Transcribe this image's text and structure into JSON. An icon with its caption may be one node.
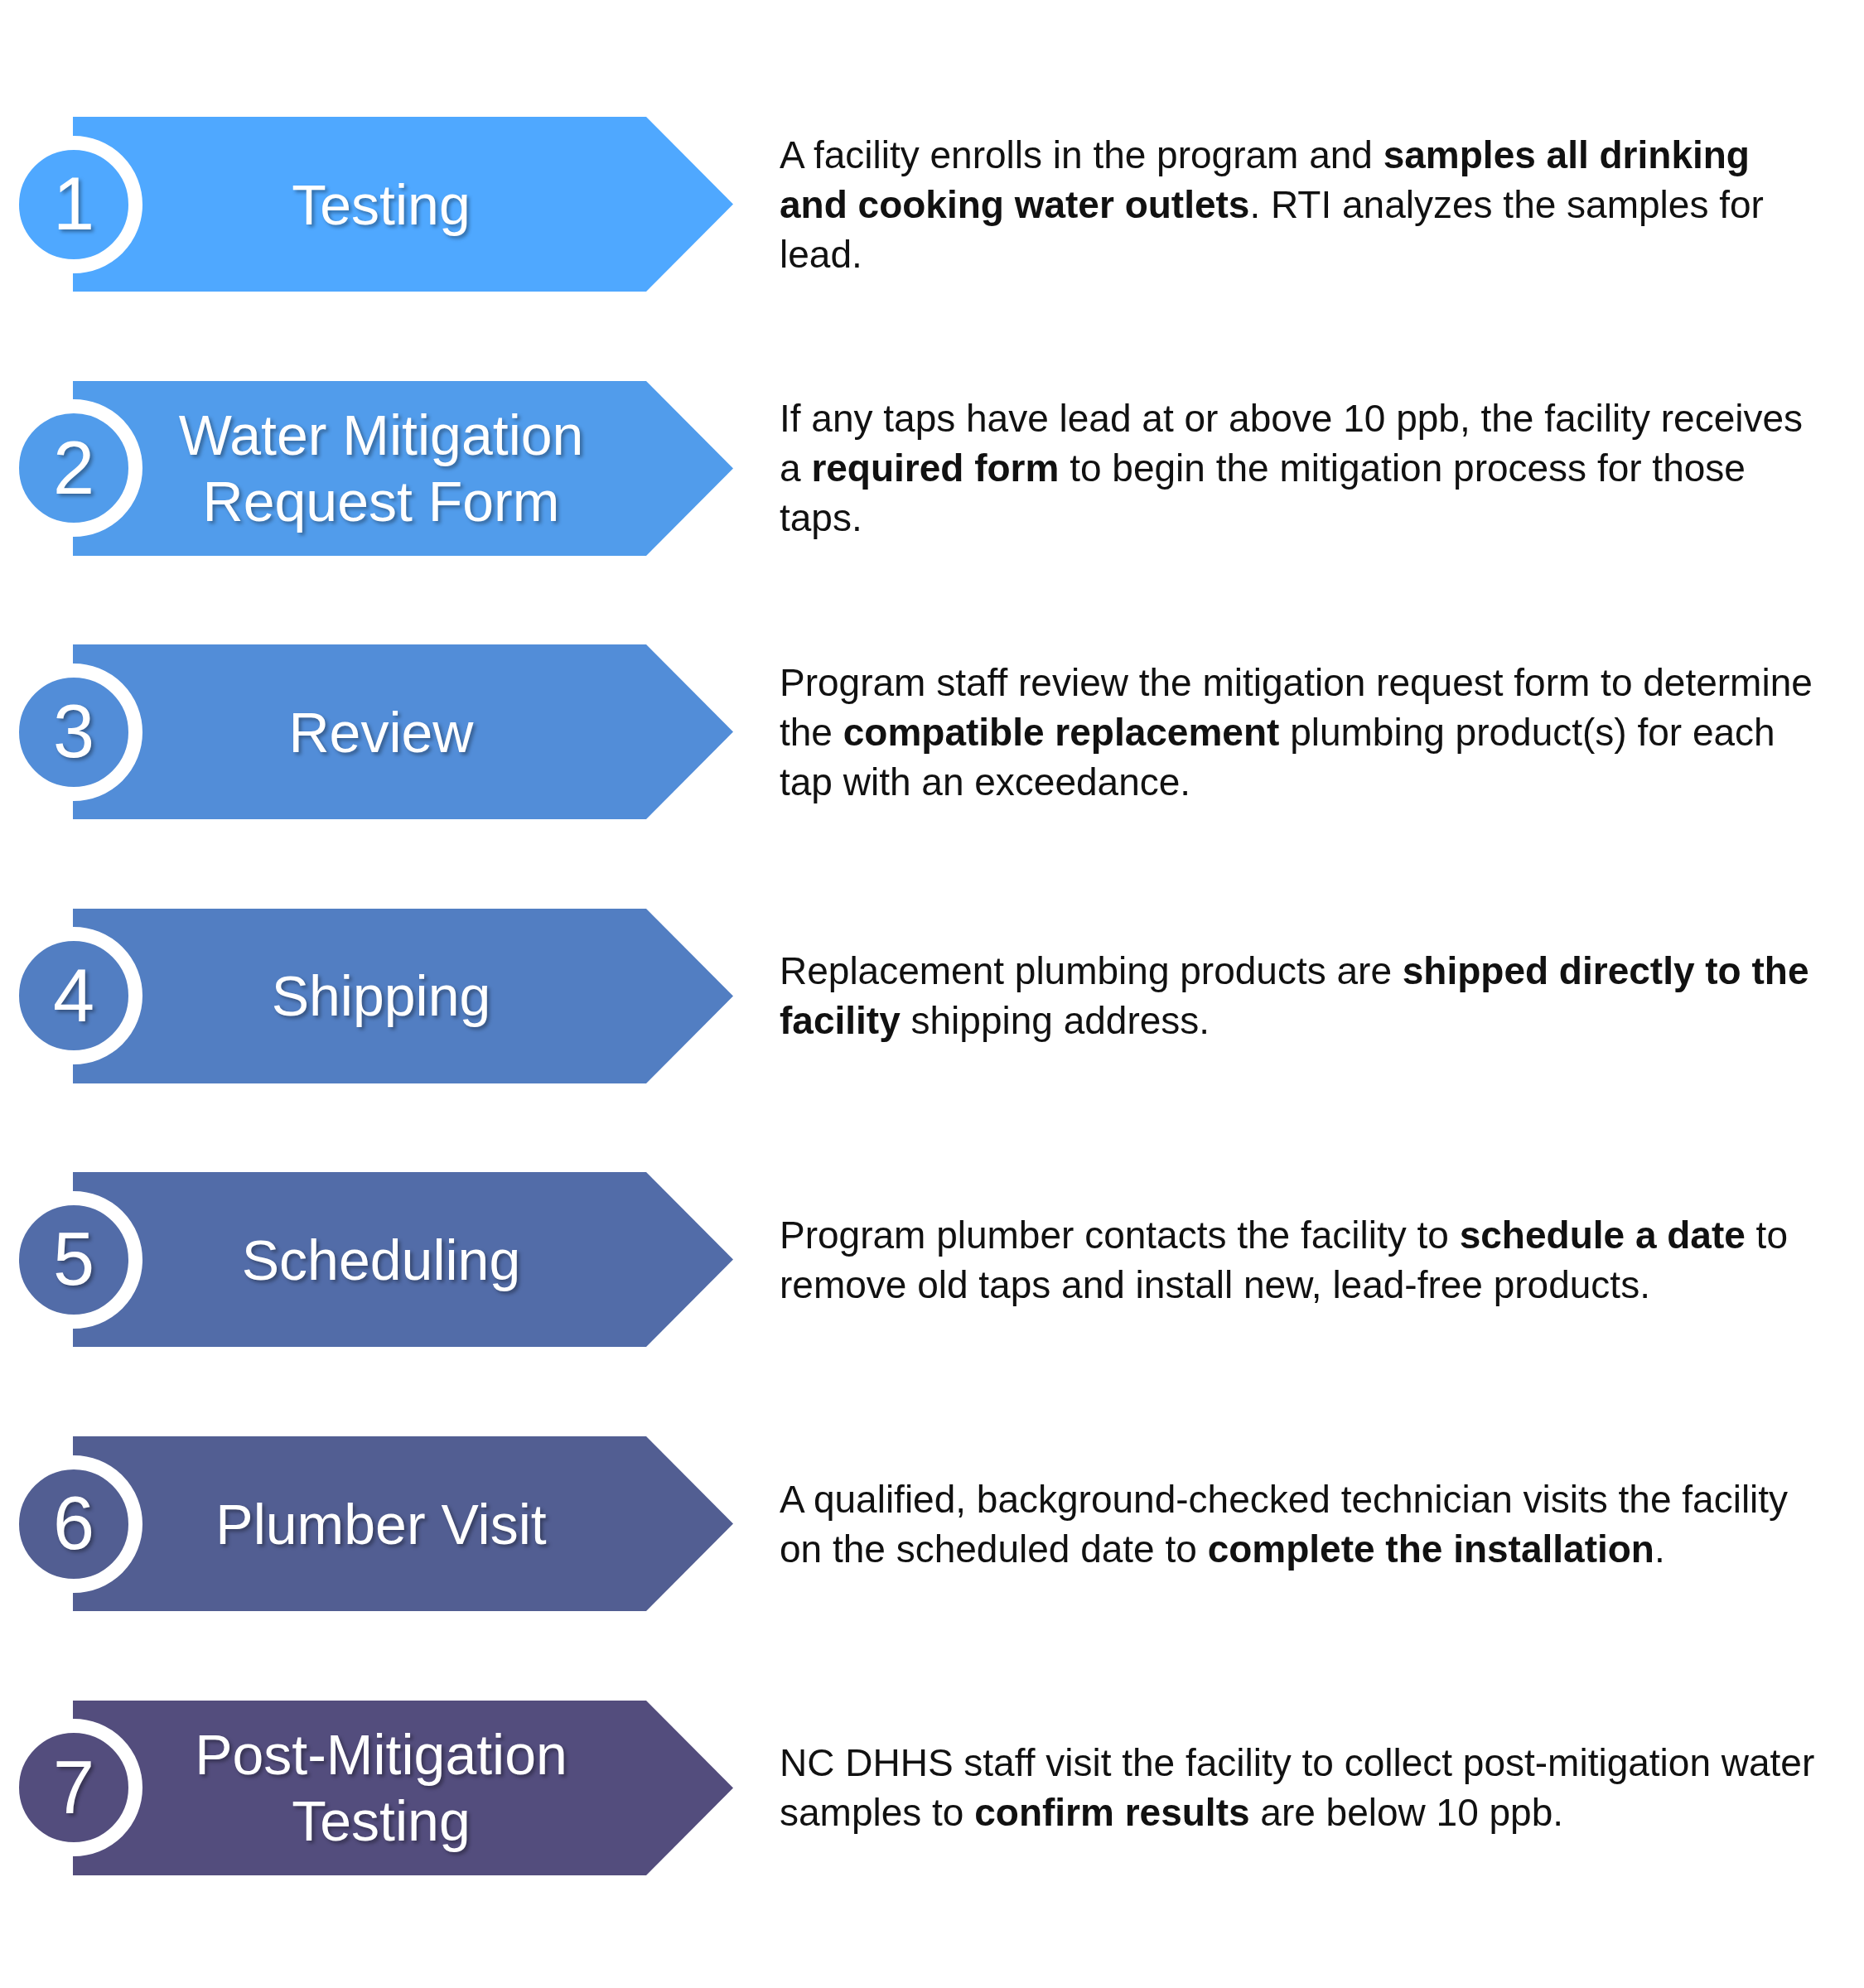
{
  "diagram": {
    "nodes": [
      {
        "text": [
          "1"
        ]
      },
      {
        "text": [
          "Testing"
        ],
        "beside": [
          "A facility enrolls in the program and **samples all drinking and cooking water outlets**. RTI analyzes the samples for lead."
        ]
      },
      {
        "text": [
          "2"
        ]
      },
      {
        "text": [
          "Water Mitigation Request Form"
        ],
        "beside": [
          "If any taps have lead at or above 10 ppb, the facility receives a **required form** to begin the mitigation process for those taps."
        ]
      },
      {
        "text": [
          "3"
        ]
      },
      {
        "text": [
          "Review"
        ],
        "beside": [
          "Program staff review the mitigation request form to determine the **compatible replacement** plumbing product(s) for each tap with an exceedance."
        ]
      },
      {
        "text": [
          "4"
        ]
      },
      {
        "text": [
          "Shipping"
        ],
        "beside": [
          "Replacement plumbing products are **shipped directly to the facility** shipping address."
        ]
      },
      {
        "text": [
          "5"
        ]
      },
      {
        "text": [
          "Scheduling"
        ],
        "beside": [
          "Program plumber contacts the facility to **schedule a date** to remove old taps and install new, lead-free products."
        ]
      },
      {
        "text": [
          "6"
        ]
      },
      {
        "text": [
          "Plumber Visit"
        ],
        "beside": [
          "A qualified, background-checked technician visits the facility on the scheduled date to **complete the installation**."
        ]
      },
      {
        "text": [
          "7"
        ]
      },
      {
        "text": [
          "Post-Mitigation Testing"
        ],
        "beside": [
          "NC DHHS staff visit the facility to collect post-mitigation water samples to **confirm results** are below 10 ppb."
        ]
      }
    ]
  }
}
